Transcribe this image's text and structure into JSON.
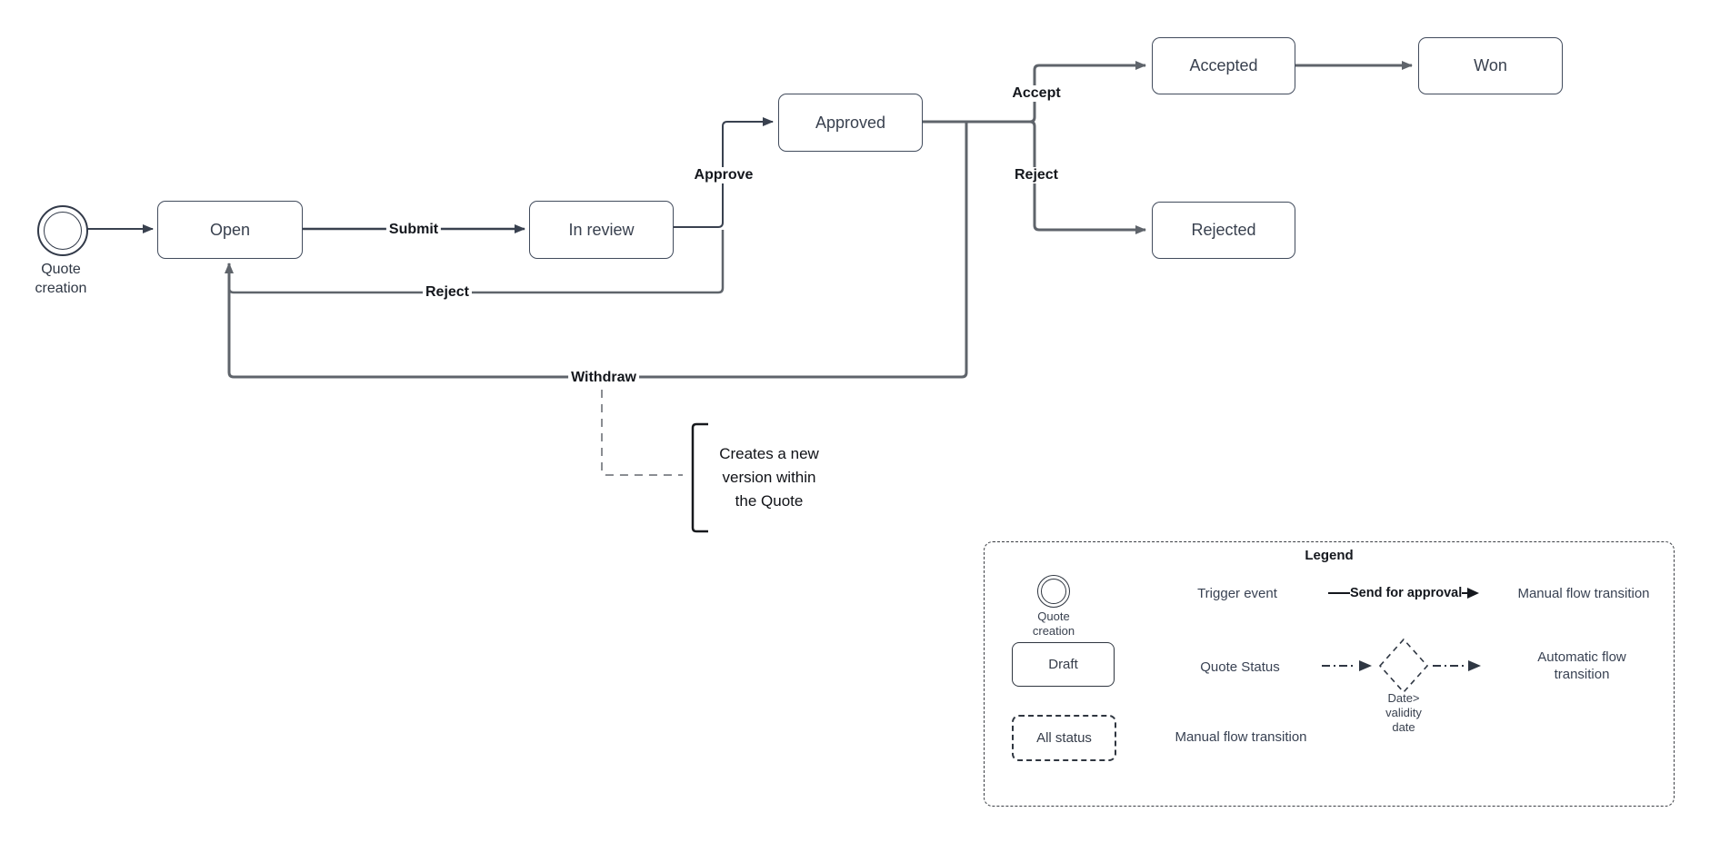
{
  "colors": {
    "line_dark": "#39414f",
    "line_gray": "#5f646b",
    "node_border": "#414b5c",
    "bold_label": "#14171d"
  },
  "diagram": {
    "start_event": {
      "label": "Quote creation"
    },
    "nodes": {
      "open": "Open",
      "in_review": "In review",
      "approved": "Approved",
      "accepted": "Accepted",
      "won": "Won",
      "rejected": "Rejected"
    },
    "transitions": {
      "submit": "Submit",
      "approve": "Approve",
      "accept": "Accept",
      "reject_to_rejected": "Reject",
      "reject_to_open": "Reject",
      "withdraw": "Withdraw"
    },
    "annotation": "Creates a new\nversion within\nthe Quote"
  },
  "legend": {
    "title": "Legend",
    "trigger_event": {
      "icon_label": "Quote creation",
      "description": "Trigger event"
    },
    "manual_transition": {
      "icon_label": "Send for approval",
      "description": "Manual flow transition"
    },
    "quote_status": {
      "icon_label": "Draft",
      "description": "Quote Status"
    },
    "automatic_transition": {
      "icon_label": "Date> validity date",
      "description": "Automatic flow transition"
    },
    "all_status": {
      "icon_label": "All status",
      "description": "Manual flow transition"
    }
  }
}
